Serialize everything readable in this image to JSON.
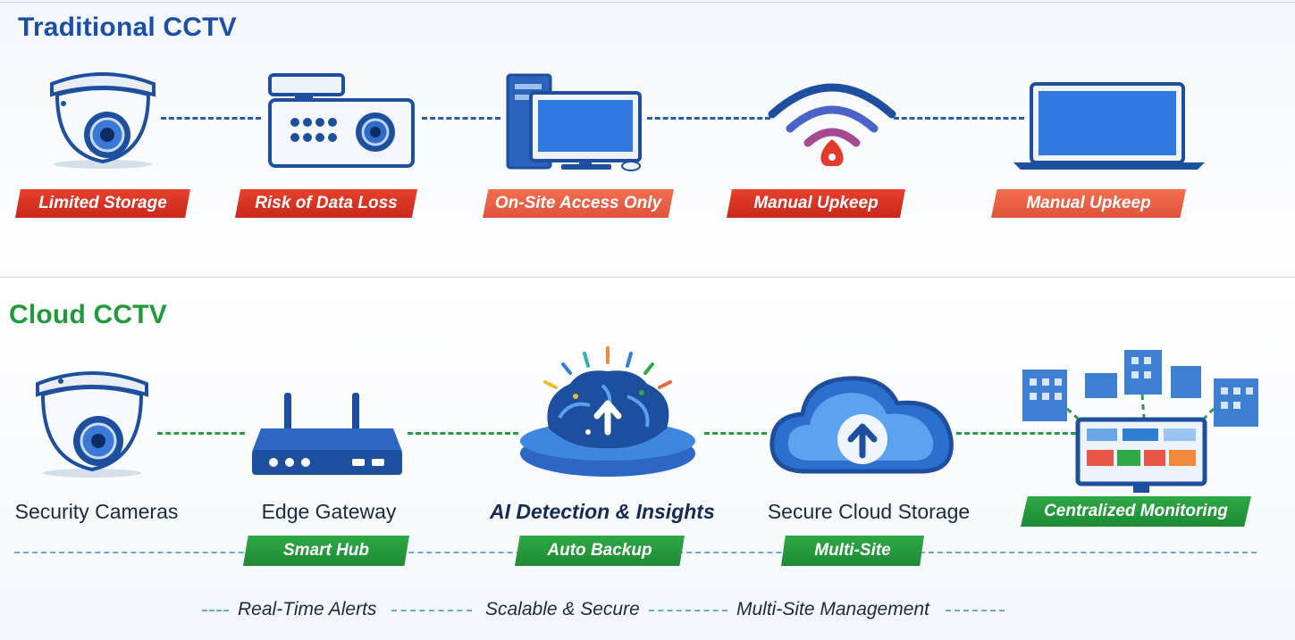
{
  "traditional": {
    "title": "Traditional CCTV",
    "icons": [
      "dome-camera-icon",
      "dvr-recorder-icon",
      "desktop-computer-icon",
      "wifi-signal-icon",
      "laptop-icon"
    ],
    "badges": [
      "Limited Storage",
      "Risk of Data Loss",
      "On-Site Access Only",
      "Manual Upkeep",
      "Manual Upkeep"
    ]
  },
  "cloud": {
    "title": "Cloud CCTV",
    "icons": [
      "dome-camera-icon",
      "router-icon",
      "ai-brain-icon",
      "cloud-upload-icon",
      "monitoring-dashboard-icon"
    ],
    "labels": [
      "Security Cameras",
      "Edge Gateway",
      "AI Detection & Insights",
      "Secure Cloud Storage"
    ],
    "monitoring_badge": "Centralized Monitoring",
    "badges": [
      "Smart Hub",
      "Auto Backup",
      "Multi-Site"
    ]
  },
  "footer": [
    "Real-Time Alerts",
    "Scalable & Secure",
    "Multi-Site Management"
  ],
  "colors": {
    "traditional_title": "#1b4fa8",
    "cloud_title": "#1f9b3a",
    "badge_red": "#d9321f",
    "badge_orange": "#ef6446",
    "badge_green": "#22953b",
    "icon_blue": "#1d4f9e"
  }
}
